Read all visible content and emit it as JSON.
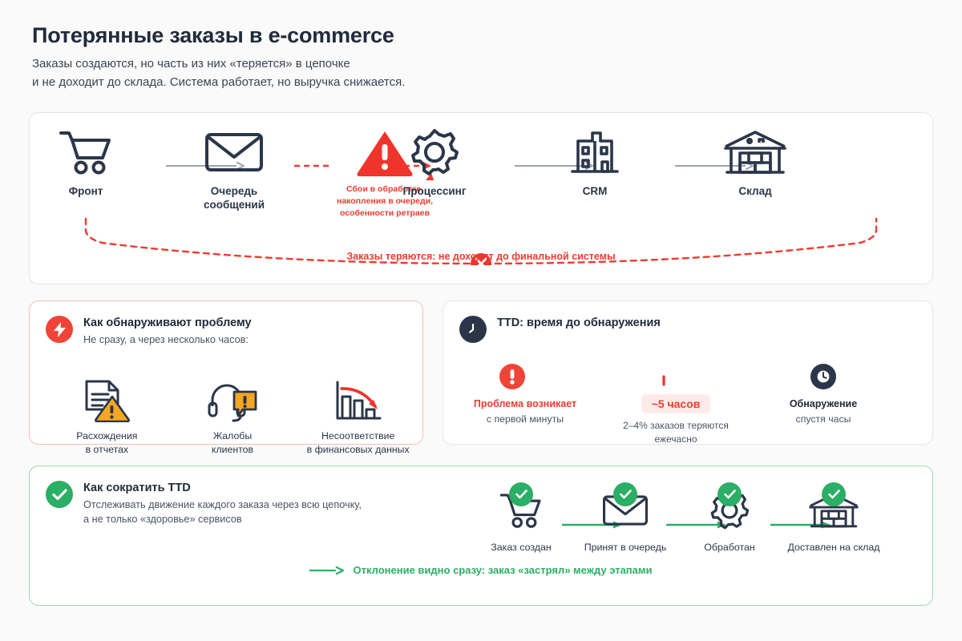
{
  "header": {
    "title": "Потерянные заказы в e-commerce",
    "subtitle_line1": "Заказы создаются, но часть из них «теряется» в цепочке",
    "subtitle_line2": "и не доходит до склада. Система работает, но выручка снижается."
  },
  "colors": {
    "background": "#FAFAFA",
    "ink": "#2B3649",
    "red": "#EE3B2F",
    "red_badge": "#F04438",
    "navy": "#2B3649",
    "green": "#2BAE66",
    "amber": "#F5A623",
    "grey_arrow": "#9AA2AE",
    "chip_bg": "#FDEBEA"
  },
  "pipeline": {
    "nodes": [
      {
        "icon": "shopping-cart-icon",
        "label_line1": "Фронт",
        "label_line2": ""
      },
      {
        "icon": "envelope-icon",
        "label_line1": "Очередь",
        "label_line2": "сообщений"
      },
      {
        "icon": "warning-triangle-icon",
        "label_line1": "",
        "label_line2": ""
      },
      {
        "icon": "gear-icon",
        "label_line1": "Процессинг",
        "label_line2": ""
      },
      {
        "icon": "office-building-icon",
        "label_line1": "CRM",
        "label_line2": ""
      },
      {
        "icon": "warehouse-icon",
        "label_line1": "Склад",
        "label_line2": ""
      }
    ],
    "warning_caption_line1": "Сбои в обработке,",
    "warning_caption_line2": "накопления в очереди,",
    "warning_caption_line3": "особенности ретраев",
    "lost_marker_icon": "x-circle-icon",
    "lost_caption": "Заказы теряются: не доходят до финальной системы"
  },
  "detect_card": {
    "badge_icon": "lightning-bolt-icon",
    "title": "Как обнаруживают проблему",
    "subtitle": "Не сразу, а через несколько часов:",
    "items": [
      {
        "icon": "document-warning-icon",
        "label_line1": "Расхождения",
        "label_line2": "в отчетах"
      },
      {
        "icon": "headset-alert-icon",
        "label_line1": "Жалобы",
        "label_line2": "клиентов"
      },
      {
        "icon": "declining-chart-icon",
        "label_line1": "Несоответствие",
        "label_line2": "в финансовых данных"
      }
    ]
  },
  "ttd_card": {
    "badge_icon": "clock-icon",
    "title": "TTD: время до обнаружения",
    "start": {
      "icon": "exclamation-circle-icon",
      "label": "Проблема возникает",
      "sublabel": "с первой минуты"
    },
    "end": {
      "icon": "clock-face-icon",
      "label": "Обнаружение",
      "sublabel": "спустя часы"
    },
    "chip": "~5 часов",
    "note_line1": "2–4% заказов теряются",
    "note_line2": "ежечасно"
  },
  "reduce_card": {
    "badge_icon": "check-circle-icon",
    "title": "Как сократить TTD",
    "subtitle_line1": "Отслеживать движение каждого заказа через всю цепочку,",
    "subtitle_line2": "а не только «здоровье» сервисов",
    "steps": [
      {
        "icon": "shopping-cart-icon",
        "status_icon": "check-icon",
        "label": "Заказ создан"
      },
      {
        "icon": "envelope-icon",
        "status_icon": "check-icon",
        "label": "Принят в очередь"
      },
      {
        "icon": "gear-icon",
        "status_icon": "check-icon",
        "label": "Обработан"
      },
      {
        "icon": "warehouse-icon",
        "status_icon": "check-icon",
        "label": "Доставлен на склад"
      }
    ],
    "footer_icon": "arrow-right-icon",
    "footer_text": "Отклонение видно сразу: заказ «застрял» между этапами"
  }
}
